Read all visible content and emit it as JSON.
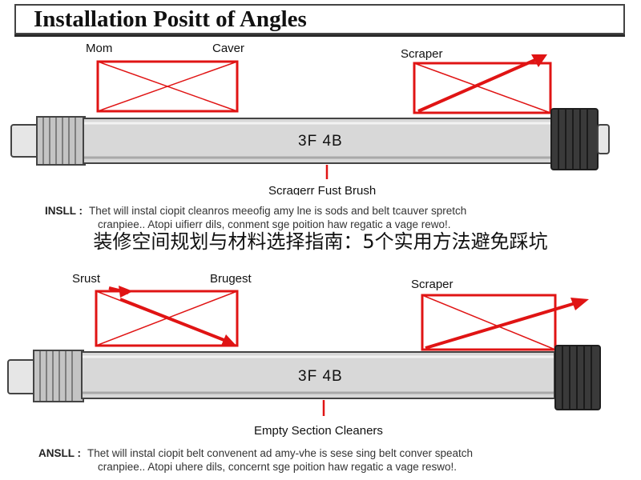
{
  "title": "Installation Positt of Angles",
  "banner": "装修空间规划与材料选择指南：5个实用方法避免踩坑",
  "colors": {
    "accent": "#e01414",
    "tube": "#d8d8d8",
    "roller": "#3a3a3a"
  },
  "top_diagram": {
    "label_left_1": "Mom",
    "label_left_2": "Caver",
    "label_right": "Scraper",
    "tube_label": "3F  4B",
    "caption": "Scragerr Fust Brush",
    "note_lead": "INSLL :",
    "note_line_1": "Thet will instal ciopit cleanros meeofig amy lne is sods and belt tcauver spretch",
    "note_line_2": "cranpiee.. Atopi uifierr dils, conment sge poition haw regatic a vage rewo!."
  },
  "bottom_diagram": {
    "label_left_1": "Srust",
    "label_left_2": "Brugest",
    "label_right": "Scraper",
    "tube_label": "3F  4B",
    "caption": "Empty Section Cleaners",
    "note_lead": "ANSLL :",
    "note_line_1": "Thet will instal ciopit belt convenent ad amy-vhe is sese sing belt conver speatch",
    "note_line_2": "cranpiee.. Atopi uhere dils, concernt sge poition haw regatic a vage reswo!."
  }
}
